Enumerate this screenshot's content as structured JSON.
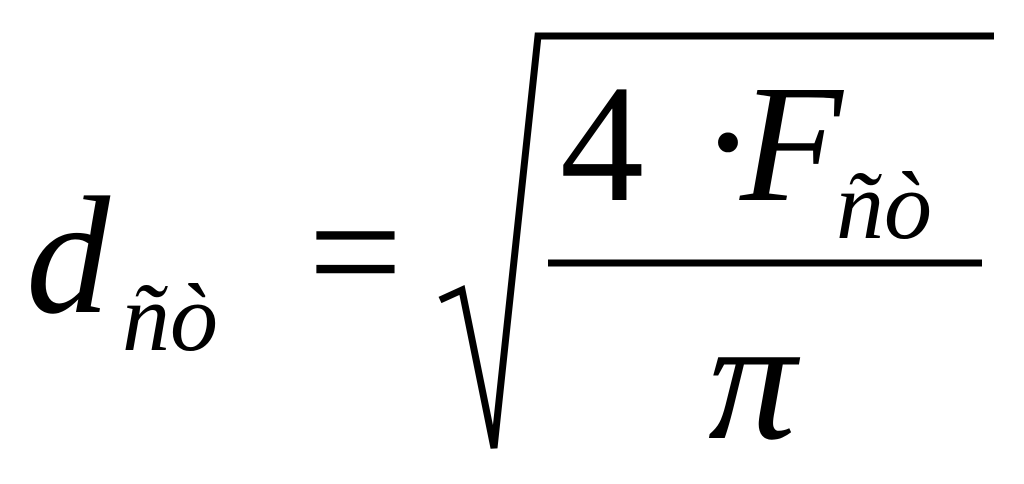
{
  "formula": {
    "lhs": {
      "variable": "d",
      "subscript": "ñò"
    },
    "relation": "=",
    "rhs": {
      "operator": "sqrt",
      "numerator": {
        "coefficient": "4",
        "multiply_sign": "·",
        "variable": "F",
        "subscript": "ñò"
      },
      "denominator": {
        "constant": "π"
      }
    }
  },
  "colors": {
    "ink": "#000000",
    "background": "#ffffff"
  }
}
